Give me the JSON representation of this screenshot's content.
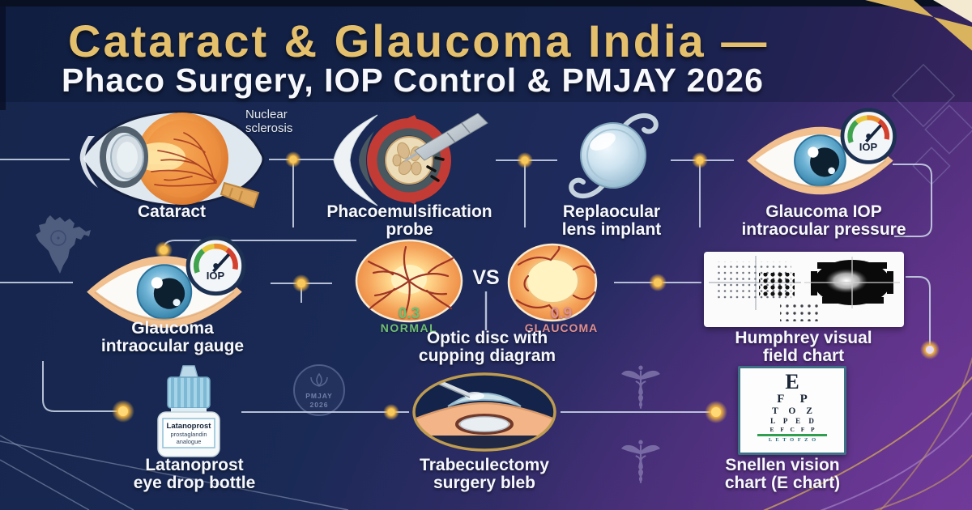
{
  "title": {
    "line1": "Cataract & Glaucoma India —",
    "line2": "Phaco Surgery, IOP Control & PMJAY 2026"
  },
  "row1": {
    "cataract": {
      "label": "Cataract",
      "annotation1": "Nuclear",
      "annotation2": "sclerosis"
    },
    "phaco": {
      "label1": "Phacoemulsification",
      "label2": "probe"
    },
    "iol": {
      "label1": "Replaocular",
      "label2": "lens implant"
    },
    "glaucoma_iop": {
      "label1": "Glaucoma IOP",
      "label2": "intraocular pressure",
      "gauge_label": "IOP"
    }
  },
  "row2": {
    "glaucoma_gauge": {
      "label1": "Glaucoma",
      "label2": "intraocular gauge",
      "gauge_label": "IOP"
    },
    "optic_disc": {
      "label1": "Optic disc with",
      "label2": "cupping diagram",
      "normal_value": "0.3",
      "normal_label": "NORMAL",
      "vs": "VS",
      "glaucoma_value": "0.9",
      "glaucoma_label": "GLAUCOMA"
    },
    "humphrey": {
      "label1": "Humphrey visual",
      "label2": "field chart"
    }
  },
  "row3": {
    "latanoprost": {
      "label1": "Latanoprost",
      "label2": "eye drop bottle",
      "bottle1": "Latanoprost",
      "bottle2": "prostaglandin",
      "bottle3": "analogue"
    },
    "trabeculectomy": {
      "label1": "Trabeculectomy",
      "label2": "surgery bleb"
    },
    "snellen": {
      "label1": "Snellen vision",
      "label2": "chart (E chart)",
      "row1": "E",
      "row2": "F P",
      "row3": "T O Z",
      "row4": "L P E D",
      "row5": "E F C F P",
      "row6": "L E T O F Z O"
    }
  },
  "watermark": {
    "line1": "PMJAY",
    "line2": "2026"
  },
  "colors": {
    "navy": "#1a2a56",
    "purple": "#5a2f80",
    "gold": "#e3be6a",
    "white": "#f5f7fb",
    "normal_green": "#6fbf73",
    "glaucoma_pink": "#e09090",
    "connector": "#c7d0e3",
    "dot_gold": "#f7c95c"
  }
}
